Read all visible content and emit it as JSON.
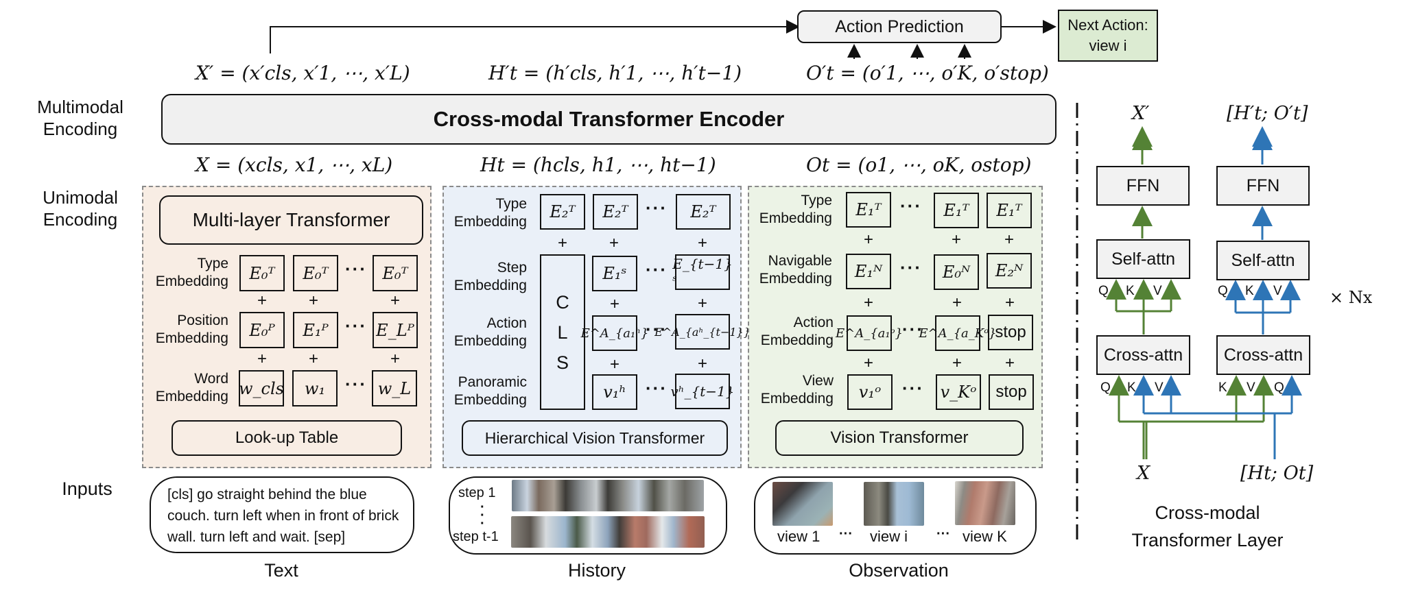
{
  "top": {
    "action_prediction": "Action Prediction",
    "next_action_line1": "Next Action:",
    "next_action_line2": "view i",
    "x_prime": "X′ = (x′cls, x′1, ⋯, x′L)",
    "h_prime": "H′t = (h′cls, h′1, ⋯, h′t−1)",
    "o_prime": "O′t = (o′1, ⋯, o′K, o′stop)"
  },
  "side_labels": {
    "multimodal_1": "Multimodal",
    "multimodal_2": "Encoding",
    "unimodal_1": "Unimodal",
    "unimodal_2": "Encoding",
    "inputs": "Inputs"
  },
  "encoder": {
    "title": "Cross-modal Transformer Encoder",
    "x": "X = (xcls, x1, ⋯, xL)",
    "h": "Ht = (hcls, h1, ⋯, ht−1)",
    "o": "Ot = (o1, ⋯, oK, ostop)"
  },
  "text_panel": {
    "top_module": "Multi-layer Transformer",
    "bottom_module": "Look-up Table",
    "rows": [
      {
        "label1": "Type",
        "label2": "Embedding",
        "cells": [
          "E₀ᵀ",
          "E₀ᵀ",
          "E₀ᵀ"
        ]
      },
      {
        "label1": "Position",
        "label2": "Embedding",
        "cells": [
          "E₀ᴾ",
          "E₁ᴾ",
          "E_Lᴾ"
        ]
      },
      {
        "label1": "Word",
        "label2": "Embedding",
        "cells": [
          "w_cls",
          "w₁",
          "w_L"
        ]
      }
    ],
    "input_text": "[cls] go straight behind the blue couch. turn left when in front of brick wall. turn left and wait. [sep]",
    "caption": "Text"
  },
  "history_panel": {
    "bottom_module": "Hierarchical Vision Transformer",
    "cls_letters": [
      "C",
      "L",
      "S"
    ],
    "rows": [
      {
        "label1": "Type",
        "label2": "Embedding",
        "cells": [
          "E₂ᵀ",
          "E₂ᵀ",
          "E₂ᵀ"
        ]
      },
      {
        "label1": "Step",
        "label2": "Embedding",
        "cells": [
          "E₁ˢ",
          "E_{t−1}ˢ"
        ]
      },
      {
        "label1": "Action",
        "label2": "Embedding",
        "cells": [
          "E^A_{a₁ʰ}",
          "E^A_{aʰ_{t−1}}"
        ]
      },
      {
        "label1": "Panoramic",
        "label2": "Embedding",
        "cells": [
          "v₁ʰ",
          "vʰ_{t−1}"
        ]
      }
    ],
    "step_first": "step 1",
    "step_last": "step t-1",
    "caption": "History"
  },
  "observation_panel": {
    "bottom_module": "Vision Transformer",
    "rows": [
      {
        "label1": "Type",
        "label2": "Embedding",
        "cells": [
          "E₁ᵀ",
          "E₁ᵀ",
          "E₁ᵀ"
        ]
      },
      {
        "label1": "Navigable",
        "label2": "Embedding",
        "cells": [
          "E₁ᴺ",
          "E₀ᴺ",
          "E₂ᴺ"
        ]
      },
      {
        "label1": "Action",
        "label2": "Embedding",
        "cells": [
          "E^A_{a₁ᵒ}",
          "E^A_{a_Kᵒ}",
          "stop"
        ]
      },
      {
        "label1": "View",
        "label2": "Embedding",
        "cells": [
          "v₁ᵒ",
          "v_Kᵒ",
          "stop"
        ]
      }
    ],
    "views": [
      "view 1",
      "view i",
      "view K"
    ],
    "caption": "Observation"
  },
  "layer": {
    "out_left": "X′",
    "out_right": "[H′t; O′t]",
    "ffn": "FFN",
    "self_attn": "Self-attn",
    "cross_attn": "Cross-attn",
    "qkv_self": [
      "Q",
      "K",
      "V"
    ],
    "qkv_cross_left": [
      "Q",
      "K",
      "V"
    ],
    "qkv_cross_right": [
      "K",
      "V",
      "Q"
    ],
    "repeat": "× Nx",
    "in_left": "X",
    "in_right": "[Ht; Ot]",
    "caption1": "Cross-modal",
    "caption2": "Transformer Layer"
  },
  "colors": {
    "text_panel_bg": "#f8ede4",
    "history_panel_bg": "#eaf0f8",
    "obs_panel_bg": "#ecf3e6",
    "next_action_bg": "#dcebd2",
    "green_arrow": "#548235",
    "blue_arrow": "#2e75b6",
    "box_gray": "#f0f0f0"
  }
}
